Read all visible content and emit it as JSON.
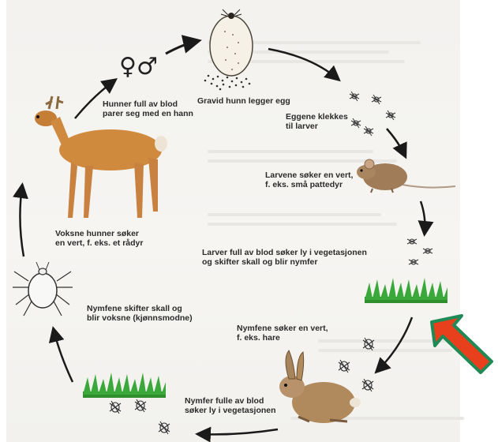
{
  "accent": {
    "arrow": "#1a1a1a",
    "pointer_fill": "#e8401c",
    "pointer_border": "#1f8a55",
    "grass": "#3aa83a",
    "deer": "#d08a3e",
    "hare": "#b08a5c",
    "mouse": "#a07c58"
  },
  "symbols": {
    "female": "♀",
    "male": "♂"
  },
  "icons": [
    "tick-egg-icon",
    "larva-icon",
    "mouse-icon",
    "grass-icon",
    "hare-icon",
    "nymph-icon",
    "adult-tick-icon",
    "deer-icon",
    "red-pointer-arrow-icon"
  ],
  "steps": {
    "mating": [
      "Hunner full av blod",
      "parer seg med en hann"
    ],
    "eggs": [
      "Gravid hunn legger egg"
    ],
    "hatch": [
      "Eggene klekkes",
      "til larver"
    ],
    "larva_host": [
      "Larvene søker en vert,",
      "f. eks. små pattedyr"
    ],
    "larva_shelter": [
      "Larver full av blod søker ly i vegetasjonen",
      "og skifter skall og blir nymfer"
    ],
    "nymph_host": [
      "Nymfene søker en vert,",
      "f. eks. hare"
    ],
    "nymph_shelter": [
      "Nymfer fulle av blod",
      "søker ly i vegetasjonen"
    ],
    "molt": [
      "Nymfene skifter skall og",
      "blir voksne (kjønnsmodne)"
    ],
    "adult_host": [
      "Voksne hunner søker",
      "en vert, f. eks. et rådyr"
    ]
  }
}
